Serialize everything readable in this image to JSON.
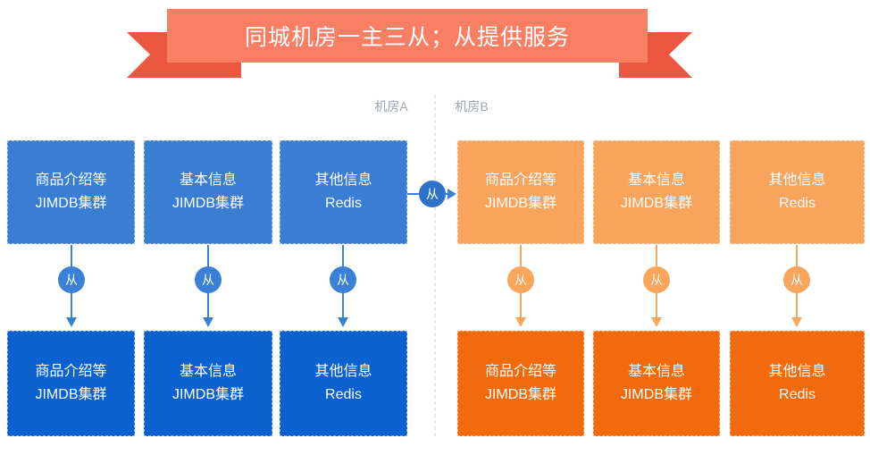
{
  "banner": {
    "title": "同城机房一主三从；从提供服务"
  },
  "zones": [
    {
      "label": "机房A",
      "masters": [
        {
          "line1": "商品介绍等",
          "line2": "JIMDB集群"
        },
        {
          "line1": "基本信息",
          "line2": "JIMDB集群"
        },
        {
          "line1": "其他信息",
          "line2": "Redis"
        }
      ],
      "slaves": [
        {
          "line1": "商品介绍等",
          "line2": "JIMDB集群"
        },
        {
          "line1": "基本信息",
          "line2": "JIMDB集群"
        },
        {
          "line1": "其他信息",
          "line2": "Redis"
        }
      ]
    },
    {
      "label": "机房B",
      "masters": [
        {
          "line1": "商品介绍等",
          "line2": "JIMDB集群"
        },
        {
          "line1": "基本信息",
          "line2": "JIMDB集群"
        },
        {
          "line1": "其他信息",
          "line2": "Redis"
        }
      ],
      "slaves": [
        {
          "line1": "商品介绍等",
          "line2": "JIMDB集群"
        },
        {
          "line1": "基本信息",
          "line2": "JIMDB集群"
        },
        {
          "line1": "其他信息",
          "line2": "Redis"
        }
      ]
    }
  ],
  "connector": {
    "slave_label": "从"
  },
  "colors": {
    "ribbon_banner": "#F87E64",
    "ribbon_tail": "#EB5740",
    "banner_text": "#FFFFFF",
    "blue_box_top": "#3A7ED4",
    "blue_box_bottom": "#0B62CE",
    "blue_accent": "#3A80D6",
    "blue_center_circle": "#2E73C7",
    "orange_box_top": "#F9A45C",
    "orange_box_bottom": "#F26A0E",
    "orange_accent": "#F9A55C",
    "divider": "#C7D0DE",
    "zone_label": "#9AA5B4"
  }
}
